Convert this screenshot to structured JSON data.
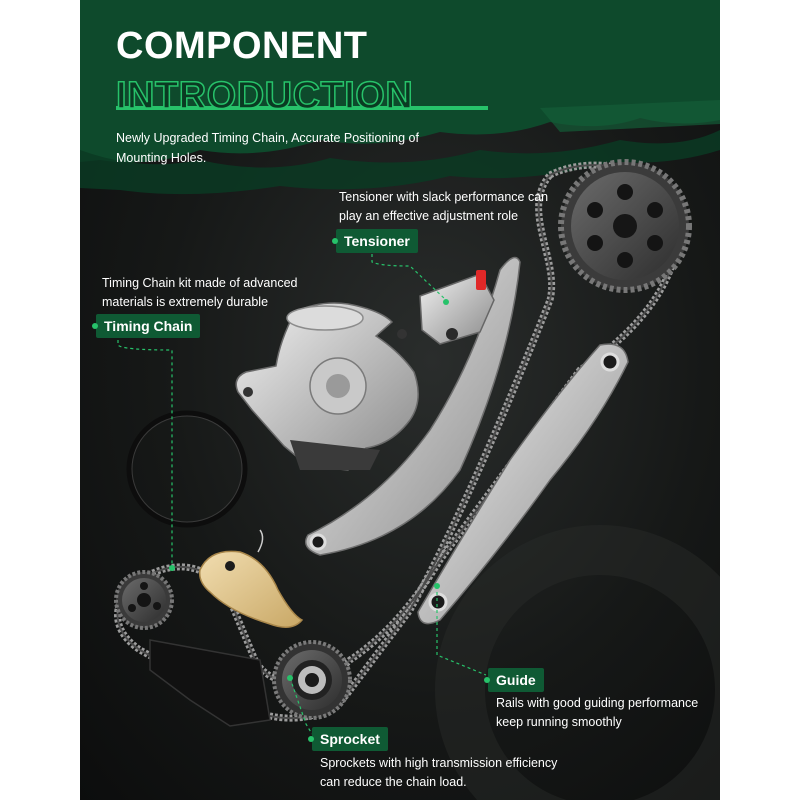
{
  "header": {
    "title_line1": "COMPONENT",
    "title_line2": "INTRODUCTION",
    "intro": "Newly Upgraded Timing Chain, Accurate Positioning of Mounting Holes."
  },
  "callouts": {
    "tensioner": {
      "label": "Tensioner",
      "description": "Tensioner with slack performance can play an effective adjustment role"
    },
    "timing_chain": {
      "label": "Timing Chain",
      "description": "Timing Chain kit made of advanced materials is extremely durable"
    },
    "guide": {
      "label": "Guide",
      "description": "Rails with good guiding performance keep running smoothly"
    },
    "sprocket": {
      "label": "Sprocket",
      "description": "Sprockets with high transmission efficiency can reduce the chain load."
    }
  },
  "colors": {
    "accent_green": "#27c26a",
    "label_bg": "#0f5a34",
    "header_green": "#0e4a2c"
  },
  "parts": [
    "timing-chain",
    "cam-sprocket",
    "crank-sprocket",
    "tensioner",
    "tensioner-guide-rail",
    "fixed-guide-rail",
    "water-pump",
    "o-ring-gasket",
    "chain-guide-plate",
    "idler-sprocket"
  ]
}
